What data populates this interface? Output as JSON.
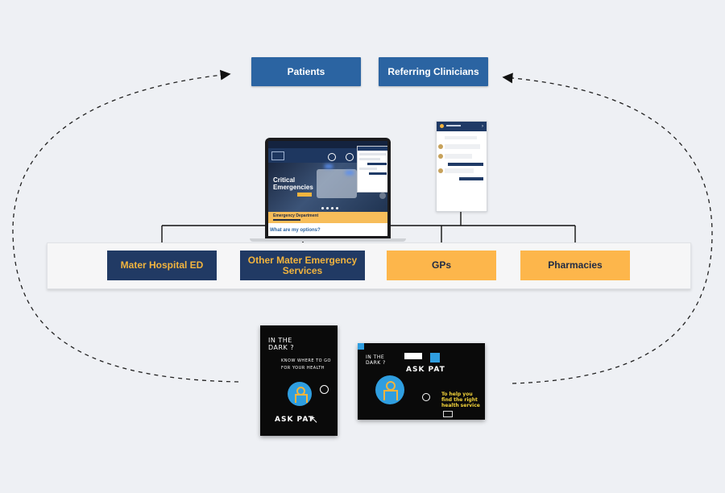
{
  "top_boxes": [
    {
      "label": "Patients"
    },
    {
      "label": "Referring Clinicians"
    }
  ],
  "services": [
    {
      "label": "Mater Hospital ED"
    },
    {
      "label": "Other Mater Emergency Services"
    },
    {
      "label": "GPs"
    },
    {
      "label": "Pharmacies"
    }
  ],
  "website": {
    "hero_title": "Critical Emergencies",
    "ed_label": "Emergency Department",
    "options_label": "What are my options?"
  },
  "poster_portrait": {
    "headline": "IN THE DARK ?",
    "subline": "KNOW WHERE TO GO FOR YOUR HEALTH",
    "brand": "ASK PAT"
  },
  "poster_landscape": {
    "headline": "IN THE DARK ?",
    "brand": "ASK PAT",
    "tagline": "To help you find the right health service"
  },
  "colors": {
    "top_box": "#2b64a2",
    "navy_service": "#213a64",
    "amber_service": "#fdb64b",
    "label_gold": "#f2b43e"
  }
}
